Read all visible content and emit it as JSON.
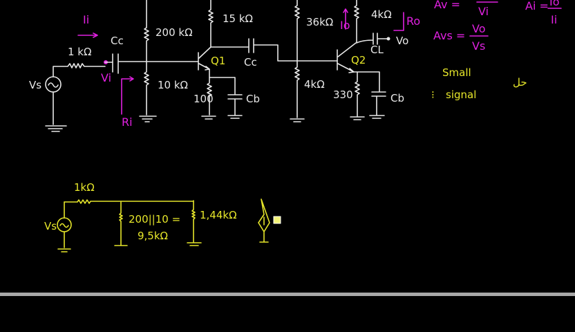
{
  "colors": {
    "background": "#000000",
    "wire": "#e8e8e8",
    "yellow": "#e6e62a",
    "pink": "#e020e0",
    "scrollbar": "#a8a8a8"
  },
  "top_circuit": {
    "source_label": "Vs",
    "r_source": "1 kΩ",
    "cc1": "Cc",
    "r_200k": "200 kΩ",
    "r_10k": "10 kΩ",
    "r_15k": "15 kΩ",
    "q1": "Q1",
    "cc2": "Cc",
    "r_100": "100",
    "cb1": "Cb",
    "r_36k": "36kΩ",
    "r_4k_bias": "4kΩ",
    "r_4k_collector": "4kΩ",
    "q2": "Q2",
    "cl": "CL",
    "vo": "Vo",
    "r_330": "330",
    "cb2": "Cb"
  },
  "annotations": {
    "ii": "Ii",
    "vi": "Vi",
    "ri": "Ri",
    "io": "Io",
    "ro": "Ro",
    "av": "Av =",
    "av_den": "Vi",
    "ai": "Ai =",
    "ai_num": "Io",
    "ai_den": "Ii",
    "avs": "Avs =",
    "avs_num": "Vo",
    "avs_den": "Vs",
    "small": "Small",
    "signal": "signal",
    "bullet": "⁝",
    "solution": "حل"
  },
  "bottom_circuit": {
    "source_label": "Vs",
    "r_source": "1kΩ",
    "r_parallel": "200||10 =",
    "r_parallel_value": "9,5kΩ",
    "r_input": "1,44kΩ"
  }
}
